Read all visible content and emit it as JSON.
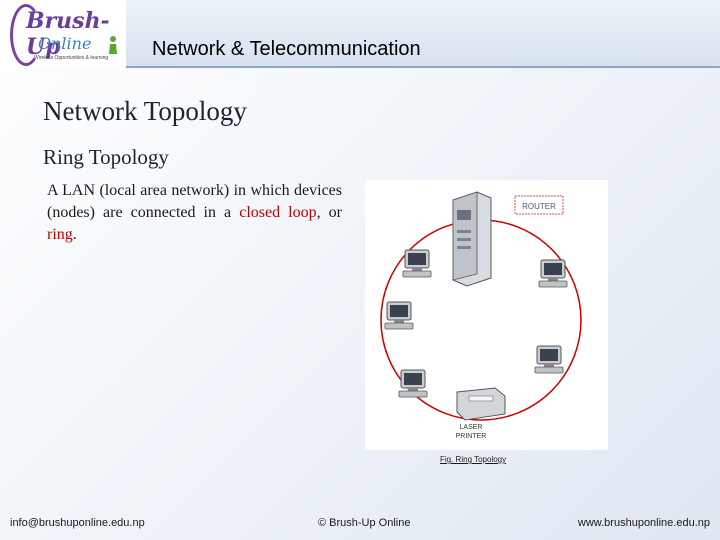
{
  "header": {
    "logo": {
      "brand_line1": "Brush-Up",
      "brand_line2": "Online",
      "tagline": "Wireless Opportunities & learning"
    },
    "title": "Network & Telecommunication"
  },
  "slide": {
    "title": "Network Topology",
    "subtitle": "Ring Topology",
    "paragraph": {
      "part1": "A LAN (local area network) in which devices (nodes) are connected in a ",
      "highlight1": "closed loop",
      "part2": ", or ",
      "highlight2": "ring",
      "part3": "."
    },
    "diagram": {
      "router_label": "ROUTER",
      "printer_label_line1": "LASER",
      "printer_label_line2": "PRINTER",
      "ring_color": "#cc0000"
    },
    "caption": "Fig. Ring Topology"
  },
  "footer": {
    "email": "info@brushuponline.edu.np",
    "copyright": "© Brush-Up Online",
    "website": "www.brushuponline.edu.np"
  }
}
